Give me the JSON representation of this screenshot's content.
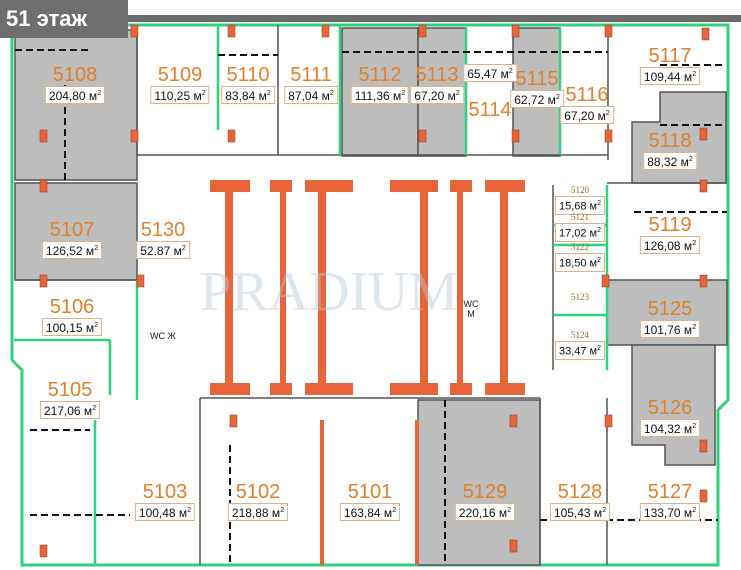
{
  "floor_title": "51 этаж",
  "unit": "м",
  "rooms": [
    {
      "id": "5108",
      "area": "204,80"
    },
    {
      "id": "5109",
      "area": "110,25"
    },
    {
      "id": "5110",
      "area": "83,84"
    },
    {
      "id": "5111",
      "area": "87,04"
    },
    {
      "id": "5112",
      "area": "111,36"
    },
    {
      "id": "5113",
      "area": "67,20"
    },
    {
      "id": "5114",
      "area": "65,47"
    },
    {
      "id": "5115",
      "area": "62,72"
    },
    {
      "id": "5116",
      "area": "67,20"
    },
    {
      "id": "5117",
      "area": "109,44"
    },
    {
      "id": "5118",
      "area": "88,32"
    },
    {
      "id": "5119",
      "area": "126,08"
    },
    {
      "id": "5120",
      "area": "15,68"
    },
    {
      "id": "5121",
      "area": "17,02"
    },
    {
      "id": "5122",
      "area": "18,50"
    },
    {
      "id": "5123",
      "area": ""
    },
    {
      "id": "5124",
      "area": "33,47"
    },
    {
      "id": "5125",
      "area": "101,76"
    },
    {
      "id": "5126",
      "area": "104,32"
    },
    {
      "id": "5127",
      "area": "133,70"
    },
    {
      "id": "5128",
      "area": "105,43"
    },
    {
      "id": "5129",
      "area": "220,16"
    },
    {
      "id": "5101",
      "area": "163,84"
    },
    {
      "id": "5102",
      "area": "218,88"
    },
    {
      "id": "5103",
      "area": "100,48"
    },
    {
      "id": "5105",
      "area": "217,06"
    },
    {
      "id": "5106",
      "area": "100,15"
    },
    {
      "id": "5107",
      "area": "126,52"
    },
    {
      "id": "5130",
      "area": "52.87"
    }
  ],
  "wc_women": "WC Ж",
  "wc_men": "WC М",
  "colors": {
    "rented": "#bdbdbd",
    "free": "#ffffff",
    "wall_green": "#2fd27a",
    "pillar": "#e8643a",
    "label": "#e0802a"
  }
}
